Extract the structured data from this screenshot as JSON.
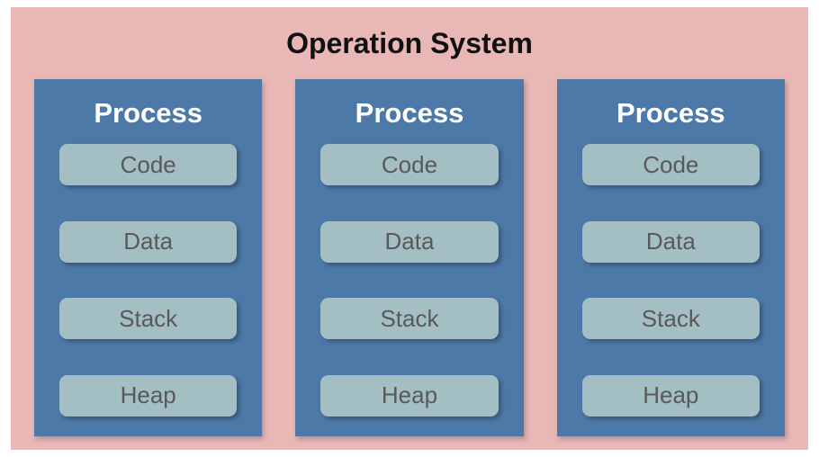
{
  "diagram": {
    "title": "Operation System",
    "processes": [
      {
        "label": "Process",
        "segments": [
          "Code",
          "Data",
          "Stack",
          "Heap"
        ]
      },
      {
        "label": "Process",
        "segments": [
          "Code",
          "Data",
          "Stack",
          "Heap"
        ]
      },
      {
        "label": "Process",
        "segments": [
          "Code",
          "Data",
          "Stack",
          "Heap"
        ]
      }
    ],
    "colors": {
      "background": "#ffffff",
      "os_panel": "#e8b7b6",
      "process_panel": "#4d79a8",
      "segment_bg": "#a4bfc4",
      "segment_text": "#595959",
      "title_text": "#111111",
      "process_text": "#ffffff"
    }
  }
}
